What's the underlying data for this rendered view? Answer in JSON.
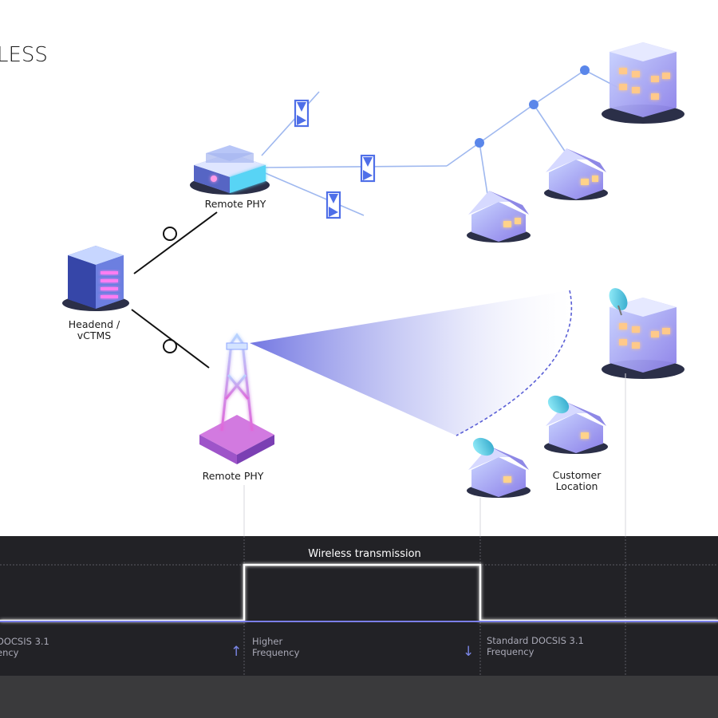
{
  "title": "LESS",
  "nodes": {
    "headend": {
      "line1": "Headend /",
      "line2": "vCTMS"
    },
    "remote_phy_top": "Remote PHY",
    "remote_phy_bottom": "Remote PHY",
    "customer": {
      "line1": "Customer",
      "line2": "Location"
    }
  },
  "spectrum": {
    "wireless_label": "Wireless transmission",
    "left": {
      "line1": "DOCSIS 3.1",
      "line2": "ency"
    },
    "middle": {
      "line1": "Higher",
      "line2": "Frequency"
    },
    "right": {
      "line1": "Standard DOCSIS 3.1",
      "line2": "Frequency"
    },
    "arrow_up": "↑",
    "arrow_down": "↓"
  },
  "colors": {
    "accent": "#4f6fe8",
    "fiber": "#9fb8ef",
    "panel": "#222226",
    "footer": "#3a3a3c",
    "signal": "#7b7fe8"
  }
}
